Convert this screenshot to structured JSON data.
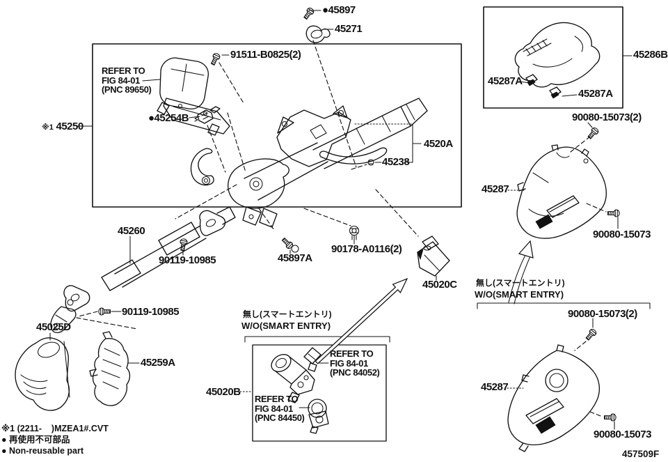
{
  "page": {
    "figure_code": "457509F",
    "notes": {
      "note1": "※1 (2211-    )MZEA1#.CVT",
      "note2_jp": "● 再使用不可部品",
      "note2_en": "● Non-reusable part"
    },
    "smart_entry": {
      "jp": "無し(スマートエントリ)",
      "en": "W/O(SMART ENTRY)"
    }
  },
  "parts": {
    "p45897": "●45897",
    "p45271": "45271",
    "p91511": "91511-B0825(2)",
    "refer_89650": "REFER TO\nFIG 84-01\n(PNC 89650)",
    "p45254b": "●45254B",
    "p45250_prefix": "※1",
    "p45250": "45250",
    "p4520a": "4520A",
    "p45238": "45238",
    "p45286b": "45286B",
    "p45287a": "45287A",
    "p90080_2": "90080-15073(2)",
    "p90080": "90080-15073",
    "p45287": "45287",
    "p45260": "45260",
    "p90119": "90119-10985",
    "p45897a": "45897A",
    "p90178": "90178-A0116(2)",
    "p45020c": "45020C",
    "p45025d": "45025D",
    "p45259a": "45259A",
    "p45020b": "45020B",
    "refer_84052": "REFER TO\nFIG 84-01\n(PNC 84052)",
    "refer_84450": "REFER TO\nFIG 84-01\n(PNC 84450)"
  }
}
